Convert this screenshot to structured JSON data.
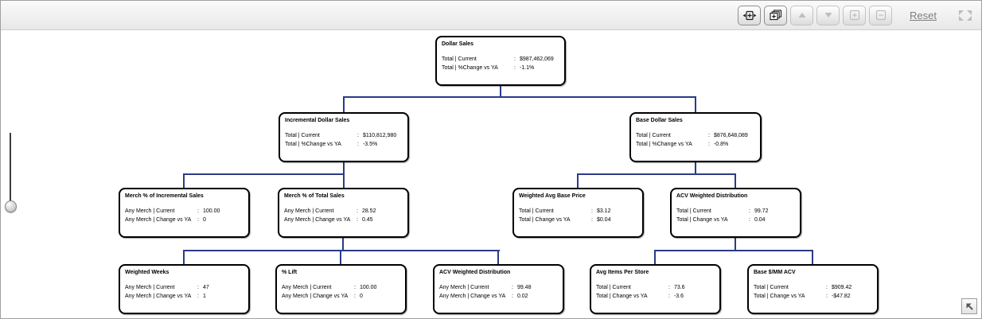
{
  "toolbar": {
    "buttons": [
      {
        "icon": "fit-width-icon",
        "enabled": true
      },
      {
        "icon": "expand-all-levels-icon",
        "enabled": true
      },
      {
        "icon": "triangle-up-icon",
        "enabled": false
      },
      {
        "icon": "triangle-down-icon",
        "enabled": false
      },
      {
        "icon": "zoom-in-box-icon",
        "enabled": false
      },
      {
        "icon": "zoom-out-box-icon",
        "enabled": false
      }
    ],
    "reset_label": "Reset",
    "corner_icon": "four-corner-arrows-icon"
  },
  "slider": {
    "icon": "zoom-slider",
    "handle_position": "bottom"
  },
  "bottom_right": {
    "icon": "arrow-up-left-icon"
  },
  "colors": {
    "connector": "#2b3a88",
    "node_border": "#000000",
    "toolbar_bg": "#eeeeee",
    "reset_link": "#7f7f7f"
  },
  "tree": {
    "value_separator": ":",
    "nodes": [
      {
        "title": "Dollar Sales",
        "rows": [
          {
            "label": "Total | Current",
            "value": "$987,462,069"
          },
          {
            "label": "Total | %Change vs YA",
            "value": "-1.1%"
          }
        ]
      },
      {
        "title": "Incremental Dollar Sales",
        "rows": [
          {
            "label": "Total | Current",
            "value": "$110,812,980"
          },
          {
            "label": "Total | %Change vs YA",
            "value": "-3.5%"
          }
        ]
      },
      {
        "title": "Base Dollar Sales",
        "rows": [
          {
            "label": "Total | Current",
            "value": "$876,648,089"
          },
          {
            "label": "Total | %Change vs YA",
            "value": "-0.8%"
          }
        ]
      },
      {
        "title": "Merch % of Incremental Sales",
        "rows": [
          {
            "label": "Any Merch | Current",
            "value": "100.00"
          },
          {
            "label": "Any Merch | Change vs YA",
            "value": "0"
          }
        ]
      },
      {
        "title": "Merch % of Total Sales",
        "rows": [
          {
            "label": "Any Merch | Current",
            "value": "28.52"
          },
          {
            "label": "Any Merch | Change vs YA",
            "value": "0.45"
          }
        ]
      },
      {
        "title": "Weighted Avg Base Price",
        "rows": [
          {
            "label": "Total | Current",
            "value": "$3.12"
          },
          {
            "label": "Total | Change vs YA",
            "value": "$0.04"
          }
        ]
      },
      {
        "title": "ACV Weighted Distribution",
        "rows": [
          {
            "label": "Total | Current",
            "value": "99.72"
          },
          {
            "label": "Total | Change vs YA",
            "value": "0.04"
          }
        ]
      },
      {
        "title": "Weighted Weeks",
        "rows": [
          {
            "label": "Any Merch | Current",
            "value": "47"
          },
          {
            "label": "Any Merch | Change vs YA",
            "value": "1"
          }
        ]
      },
      {
        "title": "% Lift",
        "rows": [
          {
            "label": "Any Merch | Current",
            "value": "100.00"
          },
          {
            "label": "Any Merch | Change vs YA",
            "value": "0"
          }
        ]
      },
      {
        "title": "ACV Weighted Distribution",
        "rows": [
          {
            "label": "Any Merch | Current",
            "value": "99.48"
          },
          {
            "label": "Any Merch | Change vs YA",
            "value": "0.02"
          }
        ]
      },
      {
        "title": "Avg Items Per Store",
        "rows": [
          {
            "label": "Total | Current",
            "value": "73.6"
          },
          {
            "label": "Total | Change vs YA",
            "value": "-3.6"
          }
        ]
      },
      {
        "title": "Base $/MM ACV",
        "rows": [
          {
            "label": "Total | Current",
            "value": "$909.42"
          },
          {
            "label": "Total | Change vs YA",
            "value": "-$47.82"
          }
        ]
      }
    ]
  }
}
